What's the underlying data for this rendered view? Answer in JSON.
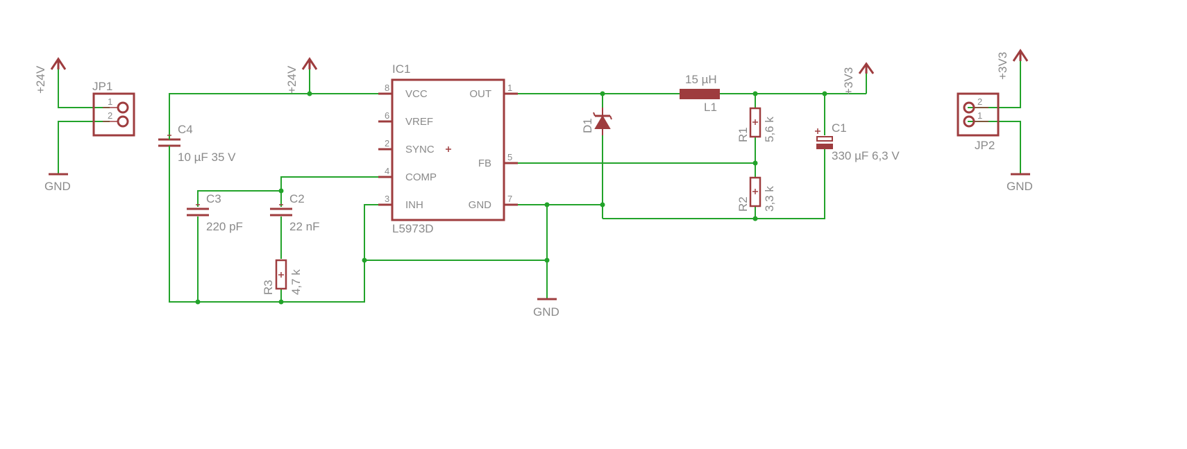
{
  "colors": {
    "wire": "#22a32a",
    "symbol": "#9e3c3e",
    "text": "#8a8a8a",
    "background": "#ffffff"
  },
  "jp1": {
    "name": "JP1",
    "pin1": "1",
    "pin2": "2",
    "supply": "+24V",
    "gnd": "GND"
  },
  "jp2": {
    "name": "JP2",
    "pin1": "1",
    "pin2": "2",
    "supply": "+3V3",
    "gnd": "GND"
  },
  "supply_24v": "+24V",
  "supply_3v3": "+3V3",
  "gnd_main": "GND",
  "ic1": {
    "ref": "IC1",
    "part": "L5973D",
    "pins": [
      {
        "num": "8",
        "name": "VCC"
      },
      {
        "num": "6",
        "name": "VREF"
      },
      {
        "num": "2",
        "name": "SYNC"
      },
      {
        "num": "4",
        "name": "COMP"
      },
      {
        "num": "3",
        "name": "INH"
      },
      {
        "num": "1",
        "name": "OUT"
      },
      {
        "num": "5",
        "name": "FB"
      },
      {
        "num": "7",
        "name": "GND"
      }
    ]
  },
  "c4": {
    "ref": "C4",
    "value": "10 µF 35 V"
  },
  "c3": {
    "ref": "C3",
    "value": "220 pF"
  },
  "c2": {
    "ref": "C2",
    "value": "22 nF"
  },
  "r3": {
    "ref": "R3",
    "value": "4,7 k"
  },
  "l1": {
    "ref": "L1",
    "value": "15 µH"
  },
  "d1": {
    "ref": "D1"
  },
  "r1": {
    "ref": "R1",
    "value": "5,6 k"
  },
  "r2": {
    "ref": "R2",
    "value": "3,3 k"
  },
  "c1": {
    "ref": "C1",
    "value": "330 µF 6,3 V"
  }
}
